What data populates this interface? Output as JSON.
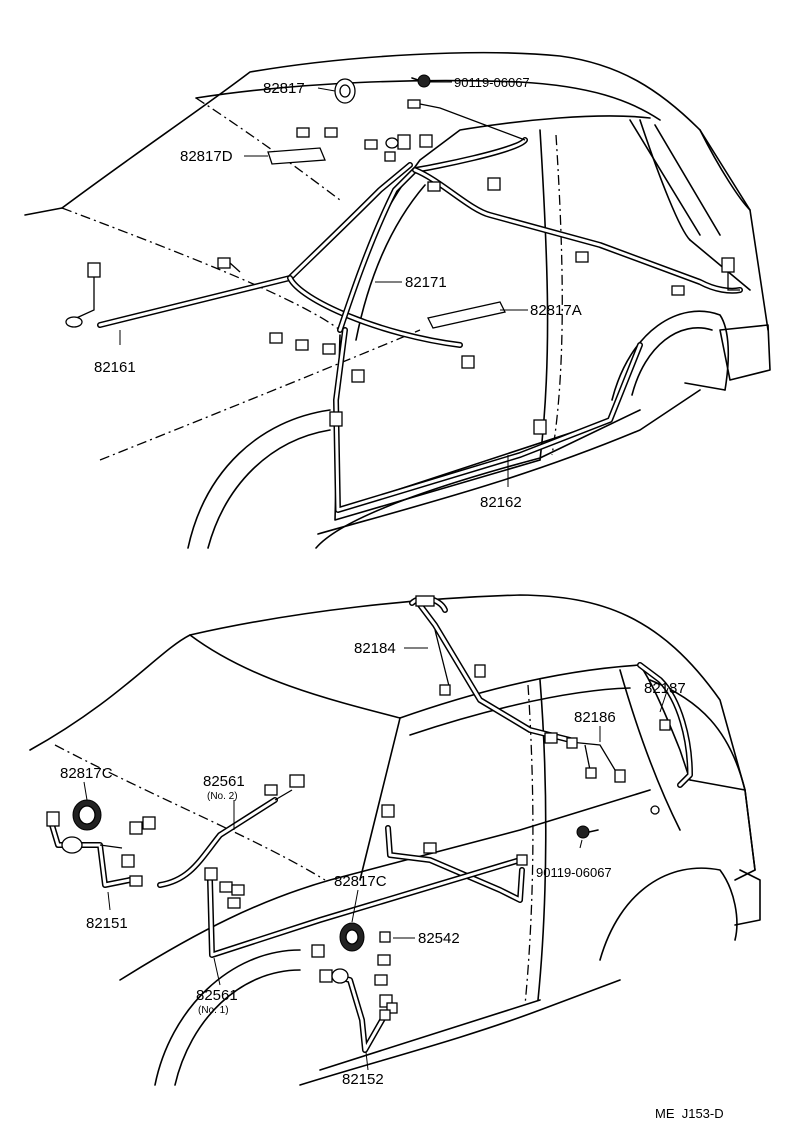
{
  "labels": {
    "p82817": "82817",
    "p90119_top": "90119-06067",
    "p82817D": "82817D",
    "p82171": "82171",
    "p82817A": "82817A",
    "p82161": "82161",
    "p82162": "82162",
    "p82184": "82184",
    "p82187": "82187",
    "p82186": "82186",
    "p82817C_left": "82817C",
    "p82561_no2": "82561",
    "p82561_no2_sub": "(No. 2)",
    "p90119_bottom": "90119-06067",
    "p82817C_mid": "82817C",
    "p82151": "82151",
    "p82542": "82542",
    "p82561_no1": "82561",
    "p82561_no1_sub": "(No. 1)",
    "p82152": "82152"
  },
  "footer": {
    "code": "ME  J153-D"
  }
}
